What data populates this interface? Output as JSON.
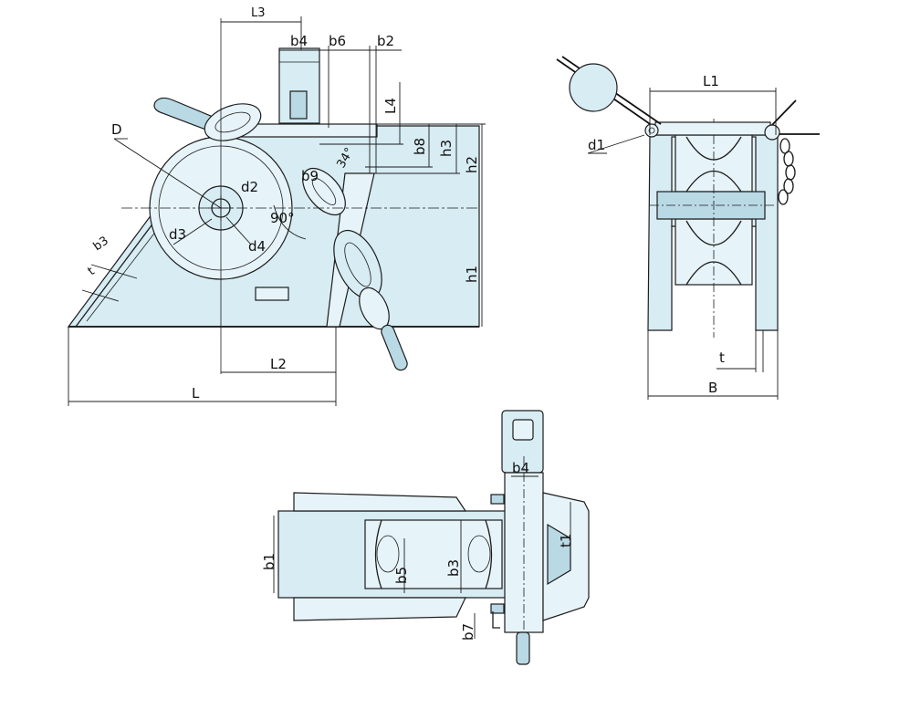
{
  "side_view": {
    "labels": {
      "L3": "L3",
      "b4": "b4",
      "b6": "b6",
      "b2": "b2",
      "L4": "L4",
      "b8": "b8",
      "h3": "h3",
      "h2": "h2",
      "h1": "h1",
      "D": "D",
      "d2": "d2",
      "d3": "d3",
      "d4": "d4",
      "b9": "b9",
      "34deg": "34°",
      "90deg": "90°",
      "b3": "b3",
      "t": "t",
      "L2": "L2",
      "L": "L"
    }
  },
  "front_view": {
    "labels": {
      "L1": "L1",
      "d1": "d1",
      "t": "t",
      "B": "B"
    }
  },
  "top_view": {
    "labels": {
      "b4": "b4",
      "t1": "t1",
      "b1": "b1",
      "b5": "b5",
      "b3": "b3",
      "b7": "b7"
    }
  },
  "colors": {
    "body_fill": "#d7ecf3",
    "line": "#1c1c1c"
  }
}
